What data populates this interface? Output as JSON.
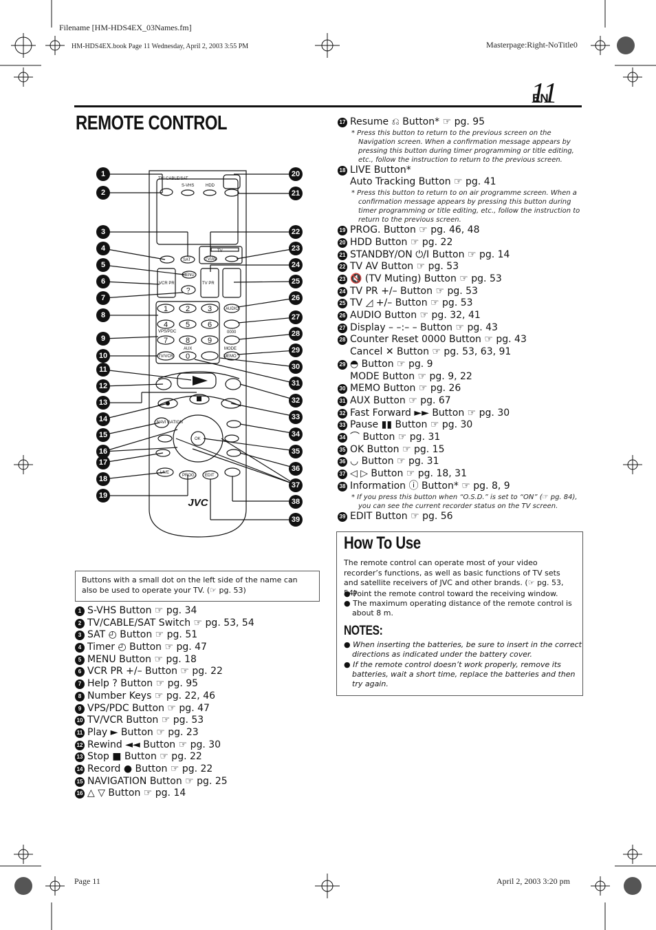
{
  "header": {
    "filename": "Filename [HM-HDS4EX_03Names.fm]",
    "book_info": "HM-HDS4EX.book  Page 11  Wednesday, April 2, 2003  3:55 PM",
    "masterpage": "Masterpage:Right-NoTitle0",
    "lang": "EN",
    "page_number": "11"
  },
  "footer": {
    "page": "Page 11",
    "date": "April 2, 2003 3:20 pm"
  },
  "remote": {
    "title": "REMOTE CONTROL",
    "brand": "JVC",
    "labels": {
      "tv_cable_sat": "TV/ CABLE/SAT",
      "svhs": "S-VHS",
      "hdd": "HDD",
      "tv": "TV",
      "sat": "SAT",
      "tvav": "TV/AV",
      "menu": "MENU",
      "vcr_pr": "VCR PR",
      "tv_pr": "TV PR",
      "help": "?",
      "audio": "AUDIO",
      "vps_pdc": "VPS/PDC",
      "aux": "AUX",
      "tvvcr": "TV/VCR",
      "memo": "MEMO",
      "mode": "MODE",
      "counter": "0000",
      "navigation": "NAVI GATION",
      "ok": "OK",
      "live": "LIVE",
      "prog": "PROG.",
      "edit": "EDIT",
      "keys": [
        "1",
        "2",
        "3",
        "4",
        "5",
        "6",
        "7",
        "8",
        "9",
        "0"
      ]
    }
  },
  "callouts_left": [
    "1",
    "2",
    "3",
    "4",
    "5",
    "6",
    "7",
    "8",
    "9",
    "10",
    "11",
    "12",
    "13",
    "14",
    "15",
    "16",
    "17",
    "18",
    "19"
  ],
  "callouts_right": [
    "20",
    "21",
    "22",
    "23",
    "24",
    "25",
    "26",
    "27",
    "28",
    "29",
    "30",
    "31",
    "32",
    "33",
    "34",
    "35",
    "36",
    "37",
    "38",
    "39"
  ],
  "info_box": "Buttons with a small dot on the left side of the name can also be used to operate your TV. (☞ pg. 53)",
  "left_list": [
    {
      "n": "1",
      "text": "S-VHS Button ☞ pg. 34"
    },
    {
      "n": "2",
      "text": "TV/CABLE/SAT Switch ☞ pg. 53, 54"
    },
    {
      "n": "3",
      "text": "SAT ◴ Button ☞ pg. 51"
    },
    {
      "n": "4",
      "text": "Timer ◴ Button ☞ pg. 47"
    },
    {
      "n": "5",
      "text": "MENU Button ☞ pg. 18"
    },
    {
      "n": "6",
      "text": "VCR PR +/– Button ☞ pg. 22"
    },
    {
      "n": "7",
      "text": "Help ? Button ☞ pg. 95"
    },
    {
      "n": "8",
      "text": "Number Keys ☞ pg. 22, 46"
    },
    {
      "n": "9",
      "text": "VPS/PDC Button ☞ pg. 47"
    },
    {
      "n": "10",
      "text": "TV/VCR Button ☞ pg. 53"
    },
    {
      "n": "11",
      "text": "Play ► Button ☞ pg. 23"
    },
    {
      "n": "12",
      "text": "Rewind ◄◄ Button ☞ pg. 30"
    },
    {
      "n": "13",
      "text": "Stop ■ Button ☞ pg. 22"
    },
    {
      "n": "14",
      "text": "Record ● Button ☞ pg. 22"
    },
    {
      "n": "15",
      "text": "NAVIGATION Button ☞ pg. 25"
    },
    {
      "n": "16",
      "text": "△ ▽ Button ☞ pg. 14"
    }
  ],
  "right_list": [
    {
      "n": "17",
      "text": "Resume ⎌ Button* ☞ pg. 95",
      "note": "* Press this button to return to the previous screen on the Navigation screen. When a confirmation message appears by pressing this button during timer programming or title editing, etc., follow the instruction to return to the previous screen."
    },
    {
      "n": "18",
      "text": "LIVE Button*",
      "cont": "Auto Tracking Button ☞ pg. 41",
      "note": "* Press this button to return to on air programme screen. When a confirmation message appears by pressing this button during timer programming or title editing, etc., follow the instruction to return to the previous screen."
    },
    {
      "n": "19",
      "text": "PROG. Button ☞ pg. 46, 48"
    },
    {
      "n": "20",
      "text": "HDD Button ☞ pg. 22"
    },
    {
      "n": "21",
      "text": "STANDBY/ON ⏻/I Button ☞ pg. 14"
    },
    {
      "n": "22",
      "text": "TV AV Button ☞ pg. 53"
    },
    {
      "n": "23",
      "text": "🔇 (TV Muting) Button ☞ pg. 53"
    },
    {
      "n": "24",
      "text": "TV PR +/– Button ☞ pg. 53"
    },
    {
      "n": "25",
      "text": "TV ◿ +/– Button ☞ pg. 53"
    },
    {
      "n": "26",
      "text": "AUDIO Button ☞ pg. 32, 41"
    },
    {
      "n": "27",
      "text": "Display – –:– – Button ☞ pg. 43"
    },
    {
      "n": "28",
      "text": "Counter Reset 0000 Button ☞ pg. 43",
      "cont": "Cancel ✕ Button ☞ pg. 53, 63, 91"
    },
    {
      "n": "29",
      "text": "◓ Button ☞ pg. 9",
      "cont": "MODE Button ☞ pg. 9, 22"
    },
    {
      "n": "30",
      "text": "MEMO Button ☞ pg. 26"
    },
    {
      "n": "31",
      "text": "AUX Button ☞ pg. 67"
    },
    {
      "n": "32",
      "text": "Fast Forward ►► Button ☞ pg. 30"
    },
    {
      "n": "33",
      "text": "Pause ▮▮ Button ☞ pg. 30"
    },
    {
      "n": "34",
      "text": "⌒ Button ☞ pg. 31"
    },
    {
      "n": "35",
      "text": "OK Button ☞ pg. 15"
    },
    {
      "n": "36",
      "text": "◡ Button ☞ pg. 31"
    },
    {
      "n": "37",
      "text": "◁ ▷ Button ☞ pg. 18, 31"
    },
    {
      "n": "38",
      "text": "Information ⓘ Button* ☞ pg. 8, 9",
      "note": "* If you press this button when “O.S.D.” is set to “ON” (☞ pg. 84), you can see the current recorder status on the TV screen."
    },
    {
      "n": "39",
      "text": "EDIT Button ☞ pg. 56"
    }
  ],
  "how_to_use": {
    "title": "How To Use",
    "body": "The remote control can operate most of your video recorder’s functions, as well as basic functions of TV sets and satellite receivers of JVC and other brands. (☞ pg. 53, 54)",
    "bullets": [
      "Point the remote control toward the receiving window.",
      "The maximum operating distance of the remote control is about 8 m."
    ],
    "notes_title": "NOTES:",
    "notes": [
      "When inserting the batteries, be sure to insert in the correct directions as indicated under the battery cover.",
      "If the remote control doesn’t work properly, remove its batteries, wait a short time, replace the batteries and then try again."
    ]
  }
}
